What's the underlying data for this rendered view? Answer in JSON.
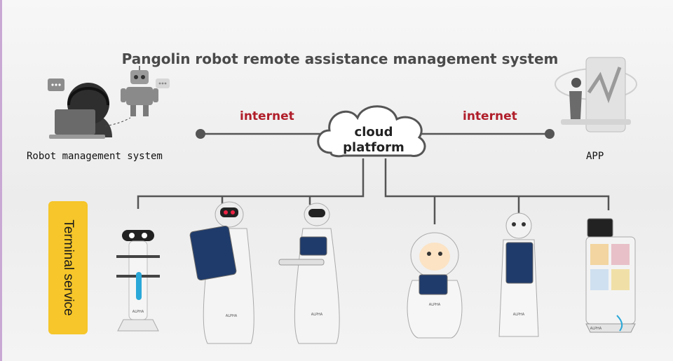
{
  "title": "Pangolin robot remote assistance management system",
  "network": {
    "left_label": "internet",
    "right_label": "internet"
  },
  "cloud": {
    "line1": "cloud",
    "line2": "platform"
  },
  "nodes": {
    "left_caption": "Robot management system",
    "right_caption": "APP"
  },
  "terminal": {
    "label": "Terminal service"
  },
  "robot_badges": [
    "ALPHA",
    "ALPHA",
    "ALPHA",
    "ALPHA",
    "ALPHA",
    "ALPHA"
  ],
  "colors": {
    "accent_red": "#b01e2a",
    "terminal_yellow": "#f6c62a",
    "line_gray": "#555555"
  },
  "icons": [
    "operator-headset-icon",
    "small-robot-icon",
    "chat-bubble-icon",
    "cloud-icon",
    "app-user-icon"
  ]
}
